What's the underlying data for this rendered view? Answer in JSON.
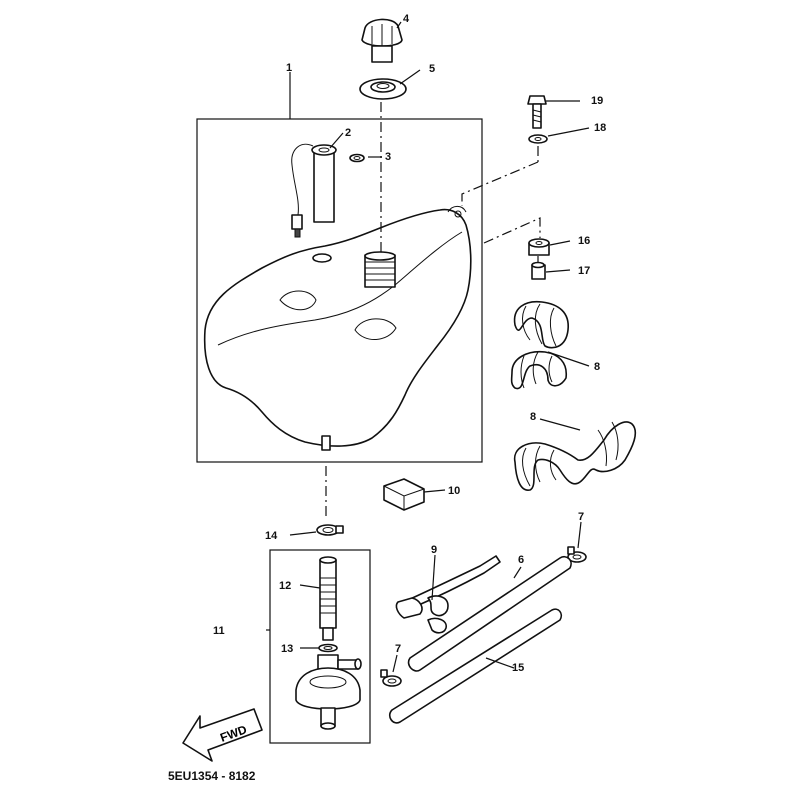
{
  "callouts": {
    "c1": "1",
    "c2": "2",
    "c3": "3",
    "c4": "4",
    "c5": "5",
    "c6": "6",
    "c7a": "7",
    "c7b": "7",
    "c8a": "8",
    "c8b": "8",
    "c9": "9",
    "c10": "10",
    "c11": "11",
    "c12": "12",
    "c13": "13",
    "c14": "14",
    "c15": "15",
    "c16": "16",
    "c17": "17",
    "c18": "18",
    "c19": "19"
  },
  "arrow_label": "FWD",
  "drawing_code": "5EU1354 - 8182"
}
